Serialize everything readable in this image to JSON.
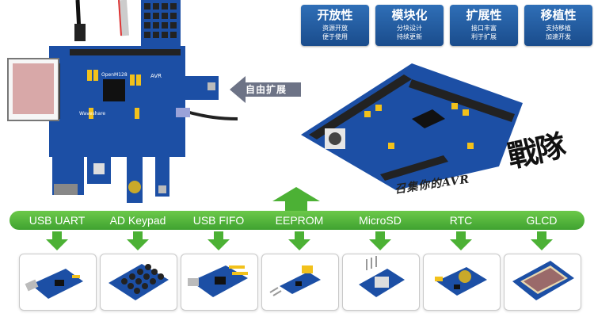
{
  "badges": [
    {
      "title": "开放性",
      "line1": "资源开放",
      "line2": "便于使用"
    },
    {
      "title": "模块化",
      "line1": "分块设计",
      "line2": "持续更新"
    },
    {
      "title": "扩展性",
      "line1": "接口丰富",
      "line2": "利于扩展"
    },
    {
      "title": "移植性",
      "line1": "支持移植",
      "line2": "加速开发"
    }
  ],
  "expand_label": "自由扩展",
  "slogan_big": "戰隊",
  "slogan_small": "召集你的AVR",
  "board_text": {
    "board_name": "OpenM128",
    "brand": "AVR",
    "maker": "Waveshare"
  },
  "modules": [
    {
      "label": "USB UART"
    },
    {
      "label": "AD Keypad"
    },
    {
      "label": "USB FIFO"
    },
    {
      "label": "EEPROM"
    },
    {
      "label": "MicroSD"
    },
    {
      "label": "RTC"
    },
    {
      "label": "GLCD"
    }
  ],
  "colors": {
    "badge_blue": "#1f5a9f",
    "bar_green": "#4cb135",
    "board_blue": "#1c4fa5",
    "header_yellow": "#f2c11b"
  }
}
